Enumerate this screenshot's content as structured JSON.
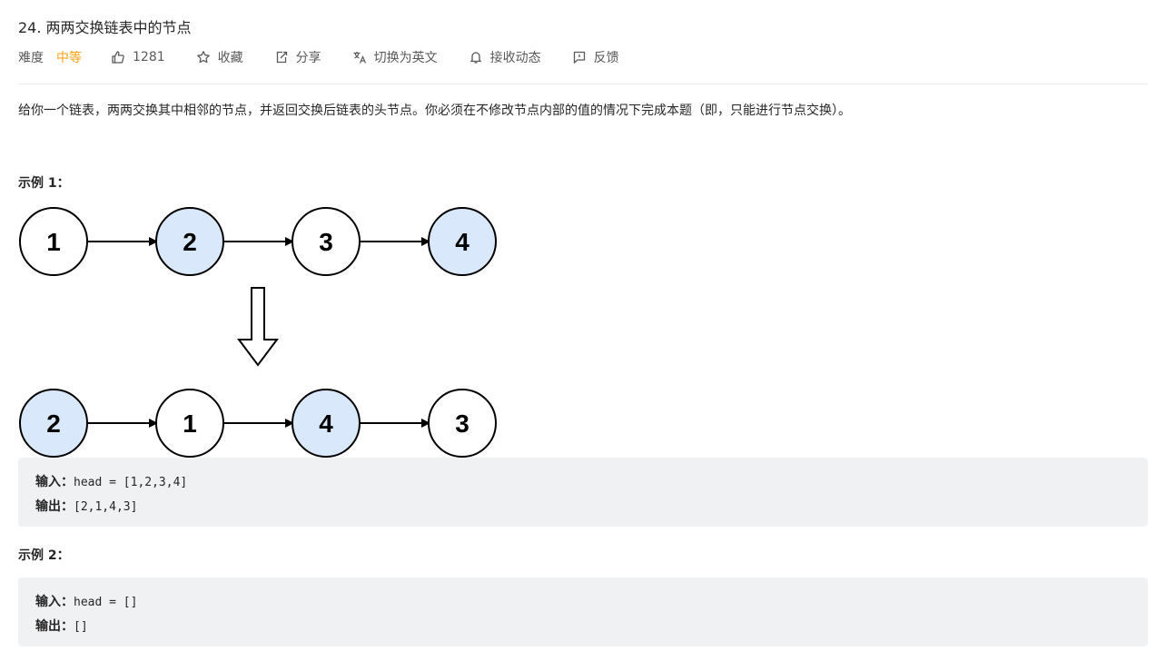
{
  "problem": {
    "title": "24. 两两交换链表中的节点"
  },
  "meta": {
    "difficulty_label": "难度",
    "difficulty_value": "中等",
    "difficulty_color": "#ffa116",
    "likes": "1281",
    "favorite_label": "收藏",
    "share_label": "分享",
    "translate_label": "切换为英文",
    "subscribe_label": "接收动态",
    "feedback_label": "反馈"
  },
  "description": "给你一个链表，两两交换其中相邻的节点，并返回交换后链表的头节点。你必须在不修改节点内部的值的情况下完成本题（即，只能进行节点交换）。",
  "examples": [
    {
      "title": "示例 1：",
      "input_label": "输入：",
      "input_value": "head = [1,2,3,4]",
      "output_label": "输出：",
      "output_value": "[2,1,4,3]"
    },
    {
      "title": "示例 2：",
      "input_label": "输入：",
      "input_value": "head = []",
      "output_label": "输出：",
      "output_value": "[]"
    }
  ],
  "diagram": {
    "before": [
      "1",
      "2",
      "3",
      "4"
    ],
    "after": [
      "2",
      "1",
      "4",
      "3"
    ],
    "highlight_color": "#dae8fc",
    "plain_color": "#ffffff",
    "before_highlight": [
      false,
      true,
      false,
      true
    ],
    "after_highlight": [
      true,
      false,
      true,
      false
    ]
  }
}
